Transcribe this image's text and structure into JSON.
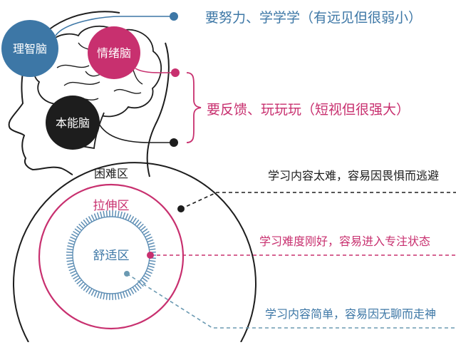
{
  "colors": {
    "blue": "#3d77a6",
    "pink": "#c8306f",
    "black": "#1d1d1d",
    "ring_blue": "#5f8fb5",
    "teal_dash": "#6b9ab2"
  },
  "brain": {
    "rational": {
      "label": "理智脑",
      "description": "要努力、学学学（有远见但很弱小）"
    },
    "emotional": {
      "label": "情绪脑"
    },
    "instinct": {
      "label": "本能脑"
    },
    "shared_description": "要反馈、玩玩玩（短视但很强大）"
  },
  "zones": {
    "difficult": {
      "label": "困难区",
      "description": "学习内容太难，容易因畏惧而逃避"
    },
    "stretch": {
      "label": "拉伸区",
      "description": "学习难度刚好，容易进入专注状态"
    },
    "comfort": {
      "label": "舒适区",
      "description": "学习内容简单，容易因无聊而走神"
    }
  }
}
